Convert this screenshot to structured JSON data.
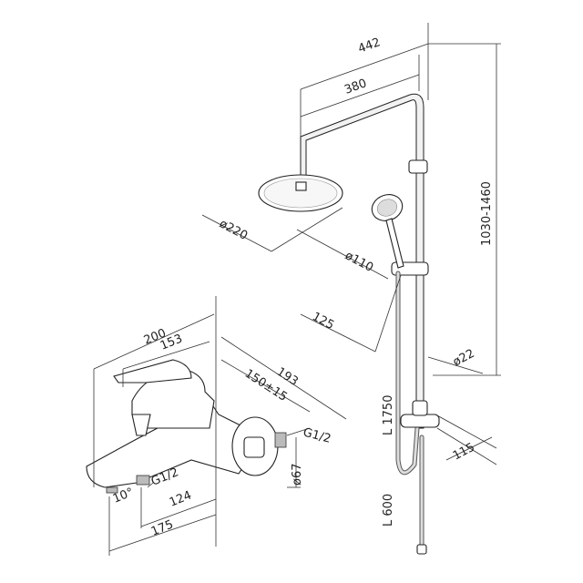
{
  "shower_set": {
    "width_total": "442",
    "arm_length": "380",
    "head_diameter": "ø220",
    "hand_shower_diameter": "ø110",
    "hand_shower_offset": "125",
    "height_range": "1030-1460",
    "rail_diameter": "ø22",
    "hose_length": "L 1750",
    "holder_depth": "115",
    "lower_hose_length": "L 600"
  },
  "mixer": {
    "width_total": "200",
    "lever_width": "153",
    "depth": "193",
    "centres": "150±15",
    "inlet_thread": "G1/2",
    "escutcheon_diameter": "ø67",
    "outlet_thread": "G1/2",
    "spout_angle": "10°",
    "outlet_distance": "124",
    "spout_projection": "175"
  }
}
